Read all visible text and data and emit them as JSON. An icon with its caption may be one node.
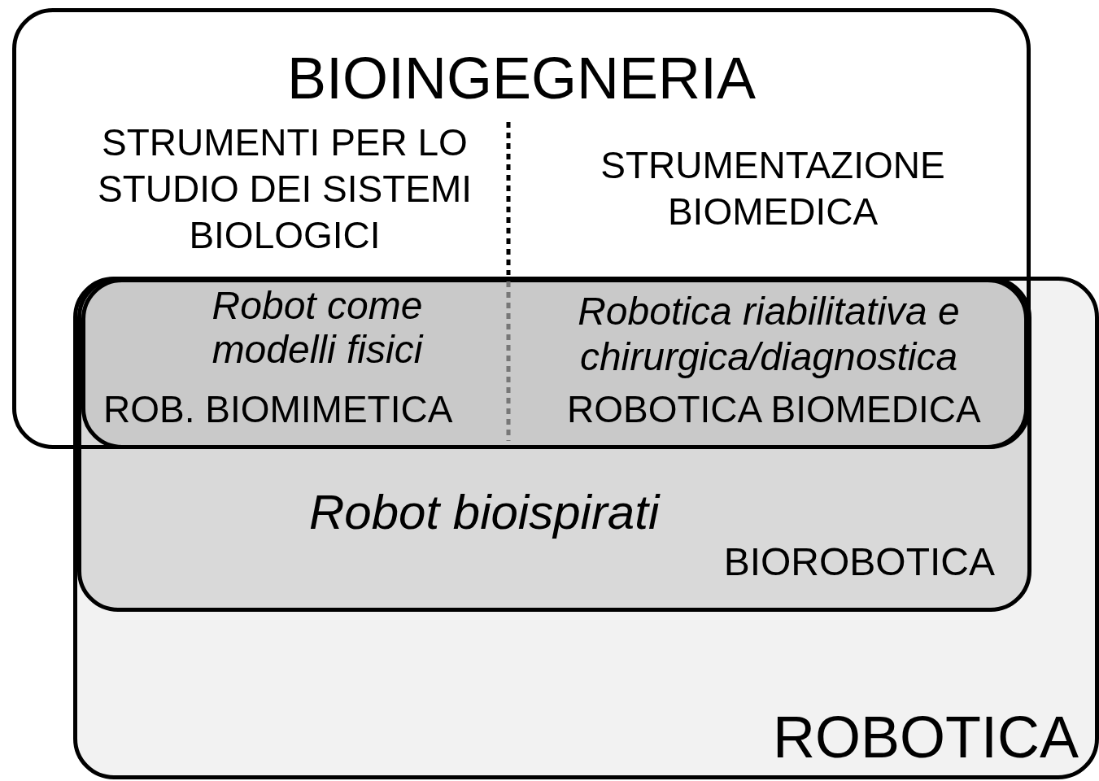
{
  "diagram": {
    "nodes": [
      {
        "text": [
          "BIOINGEGNERIA",
          "STRUMENTI PER LO STUDIO DEI SISTEMI BIOLOGICI",
          "STRUMENTAZIONE BIOMEDICA"
        ]
      },
      {
        "text": [
          "ROBOTICA"
        ]
      },
      {
        "text": [
          "Robot bioispirati",
          "BIOROBOTICA"
        ],
        "in": 1
      },
      {
        "text": [
          "Robot come modelli fisici",
          "ROB. BIOMIMETICA",
          "Robotica riabilitativa e chirurgica/diagnostica",
          "ROBOTICA BIOMEDICA"
        ]
      }
    ],
    "edges": []
  }
}
